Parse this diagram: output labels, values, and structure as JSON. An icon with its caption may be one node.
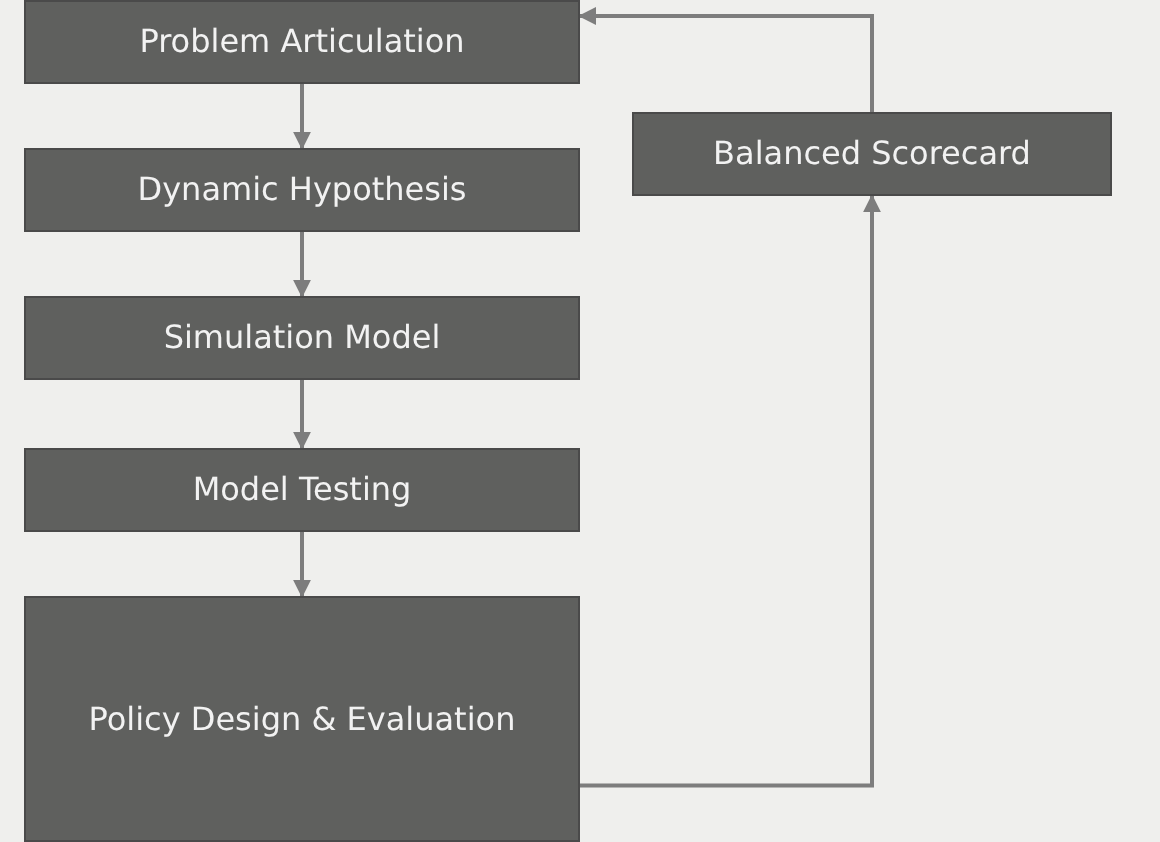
{
  "diagram": {
    "nodes": [
      {
        "text": [
          "Problem Articulation"
        ]
      },
      {
        "text": [
          "Dynamic Hypothesis"
        ]
      },
      {
        "text": [
          "Simulation Model"
        ]
      },
      {
        "text": [
          "Model Testing"
        ]
      },
      {
        "text": [
          "Policy Design & Evaluation"
        ]
      },
      {
        "text": [
          "Balanced Scorecard"
        ]
      }
    ],
    "edges": [
      {
        "from": 0,
        "to": 1,
        "arrow": "to"
      },
      {
        "from": 1,
        "to": 2,
        "arrow": "to"
      },
      {
        "from": 2,
        "to": 3,
        "arrow": "to"
      },
      {
        "from": 3,
        "to": 4,
        "arrow": "to"
      },
      {
        "from": 4,
        "to": 5,
        "arrow": "to"
      },
      {
        "from": 5,
        "to": 0,
        "arrow": "to"
      }
    ]
  }
}
